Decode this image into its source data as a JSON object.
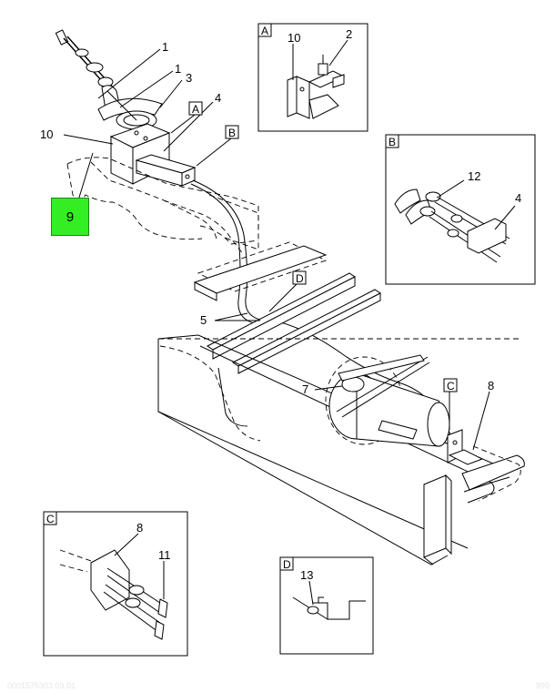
{
  "callouts": {
    "c1a": "1",
    "c1b": "1",
    "c3": "3",
    "c4": "4",
    "c10": "10",
    "c5": "5",
    "c7": "7",
    "c8": "8",
    "cA": "A",
    "cB": "B",
    "cD": "D",
    "cC": "C"
  },
  "highlighted": {
    "label": "9",
    "color": "#33ee22"
  },
  "detail_a": {
    "label": "A",
    "c10": "10",
    "c2": "2"
  },
  "detail_b": {
    "label": "B",
    "c12": "12",
    "c4": "4"
  },
  "detail_c": {
    "label": "C",
    "c8": "8",
    "c11": "11"
  },
  "detail_d": {
    "label": "D",
    "c13": "13"
  },
  "footer": {
    "code_left": "0001575303 09.01",
    "code_right": "999"
  }
}
